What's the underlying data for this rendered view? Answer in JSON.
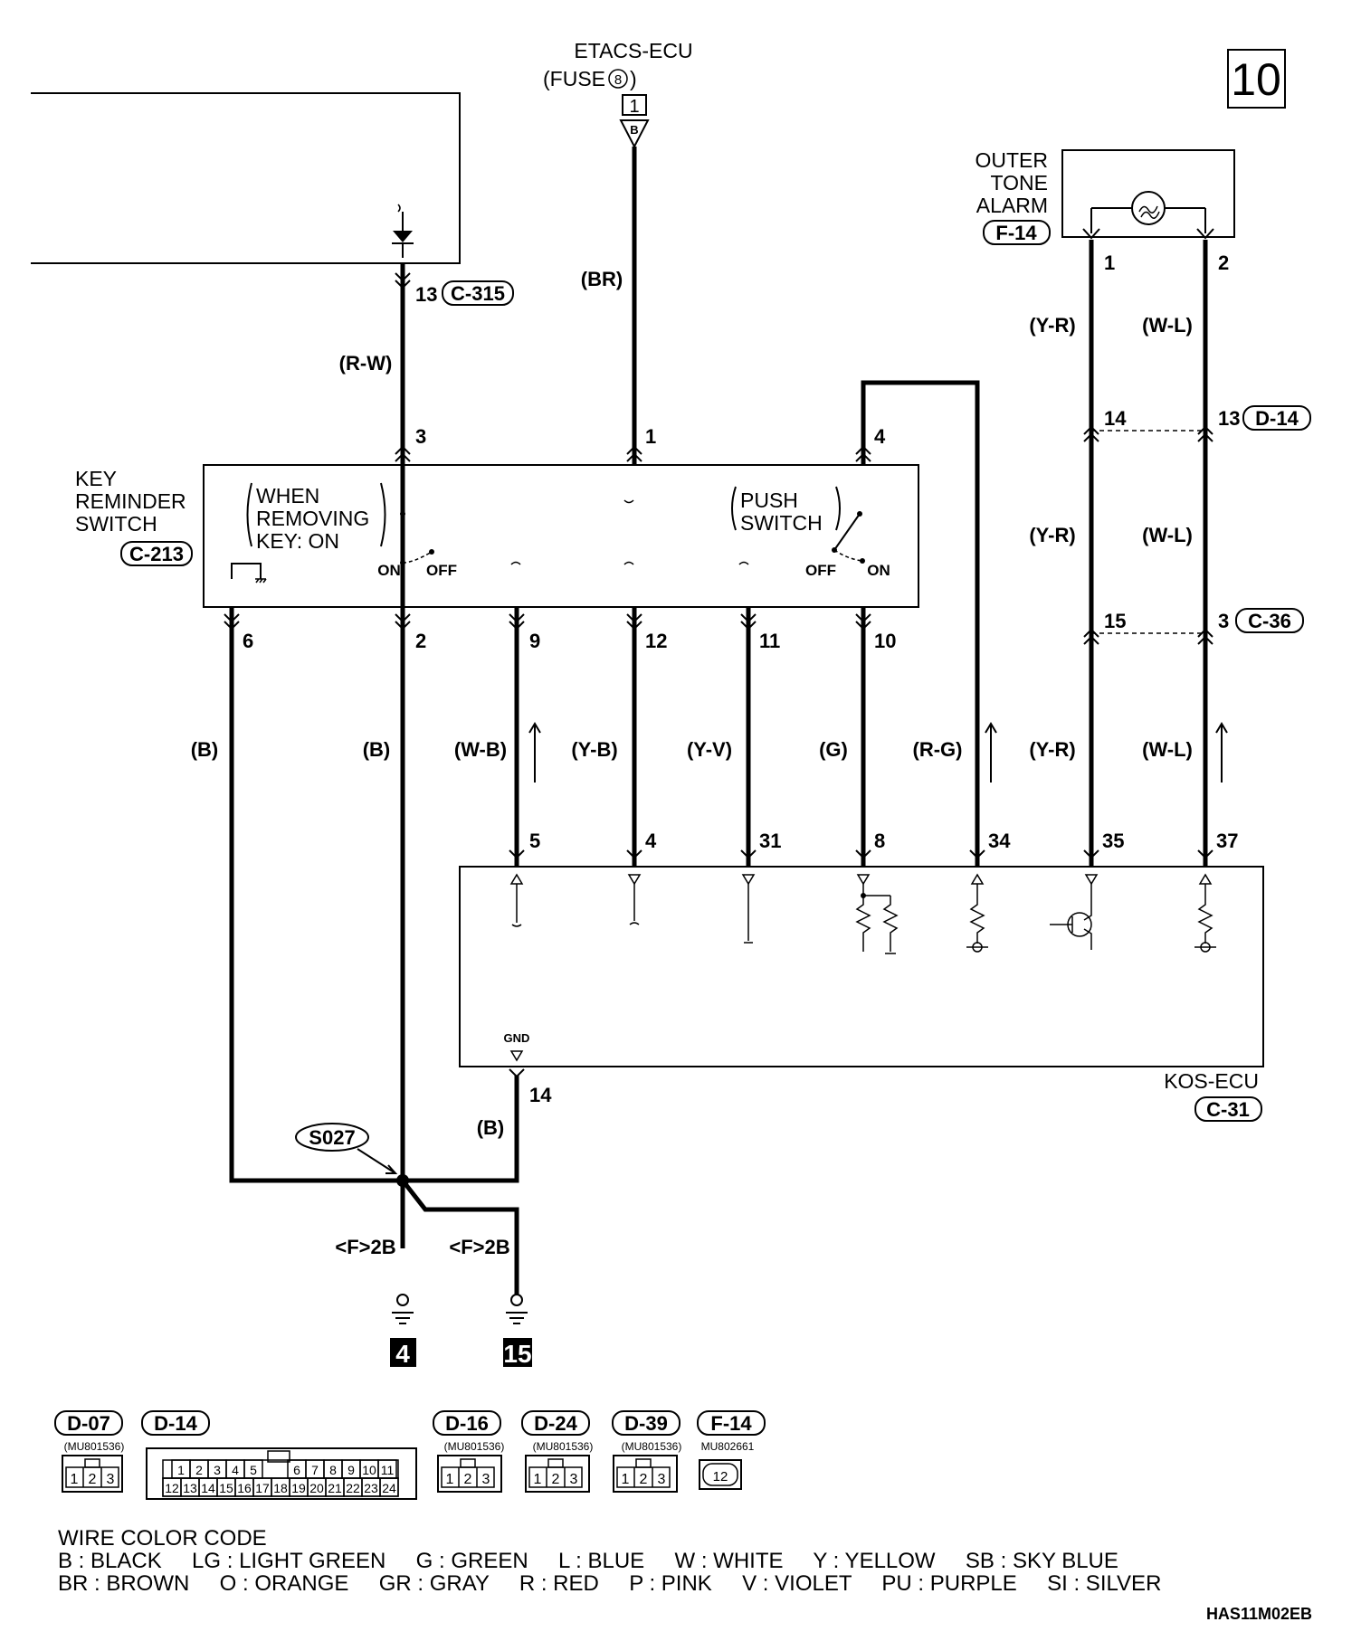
{
  "page_badge": "10",
  "diagram_code": "HAS11M02EB",
  "etacs": {
    "name": "ETACS-ECU",
    "fuse": "(FUSE",
    "fuse_num": "8",
    "fuse_close": ")",
    "box": "1",
    "tri": "B",
    "wire": "(BR)"
  },
  "alarm": {
    "line1": "OUTER",
    "line2": "TONE",
    "line3": "ALARM",
    "conn": "F-14",
    "pin1": "1",
    "pin2": "2"
  },
  "key_switch": {
    "line1": "KEY",
    "line2": "REMINDER",
    "line3": "SWITCH",
    "conn": "C-213",
    "when1": "WHEN",
    "when2": "REMOVING",
    "when3": "KEY: ON",
    "push1": "PUSH",
    "push2": "SWITCH",
    "on": "ON",
    "off": "OFF"
  },
  "top_pins": {
    "c315_pin": "13",
    "c315": "C-315",
    "p3": "3",
    "p1": "1",
    "p4": "4",
    "d14_14": "14",
    "d14_13": "13",
    "d14": "D-14",
    "c36_15": "15",
    "c36_3": "3",
    "c36": "C-36"
  },
  "switch_bottom_pins": [
    "6",
    "2",
    "9",
    "12",
    "11",
    "10"
  ],
  "ecu_pins": [
    "5",
    "4",
    "31",
    "8",
    "34",
    "35",
    "37"
  ],
  "wire_colors": {
    "rw": "(R-W)",
    "yr": "(Y-R)",
    "wl": "(W-L)",
    "b1": "(B)",
    "b2": "(B)",
    "wb": "(W-B)",
    "yb": "(Y-B)",
    "yv": "(Y-V)",
    "g": "(G)",
    "rg": "(R-G)",
    "gnd_b": "(B)"
  },
  "kos": {
    "name": "KOS-ECU",
    "conn": "C-31",
    "gnd": "GND",
    "gnd_pin": "14"
  },
  "ground": {
    "splice": "S027",
    "left_tag": "<F>2B",
    "right_tag": "<F>2B",
    "g_left": "4",
    "g_right": "15"
  },
  "connectors": [
    {
      "name": "D-07",
      "part": "(MU801536)"
    },
    {
      "name": "D-14",
      "part": ""
    },
    {
      "name": "D-16",
      "part": "(MU801536)"
    },
    {
      "name": "D-24",
      "part": "(MU801536)"
    },
    {
      "name": "D-39",
      "part": "(MU801536)"
    },
    {
      "name": "F-14",
      "part": "MU802661"
    }
  ],
  "d14_top_row": [
    "1",
    "2",
    "3",
    "4",
    "5",
    "6",
    "7",
    "8",
    "9",
    "10",
    "11"
  ],
  "d14_bottom_row": [
    "12",
    "13",
    "14",
    "15",
    "16",
    "17",
    "18",
    "19",
    "20",
    "21",
    "22",
    "23",
    "24"
  ],
  "pin3": [
    "1",
    "2",
    "3"
  ],
  "f14_pins": "12",
  "legend": {
    "title": "WIRE COLOR CODE",
    "row1": "B : BLACK     LG : LIGHT GREEN     G : GREEN     L : BLUE     W : WHITE     Y : YELLOW     SB : SKY BLUE",
    "row2": "BR : BROWN     O : ORANGE     GR : GRAY     R : RED     P : PINK     V : VIOLET     PU : PURPLE     SI : SILVER"
  }
}
